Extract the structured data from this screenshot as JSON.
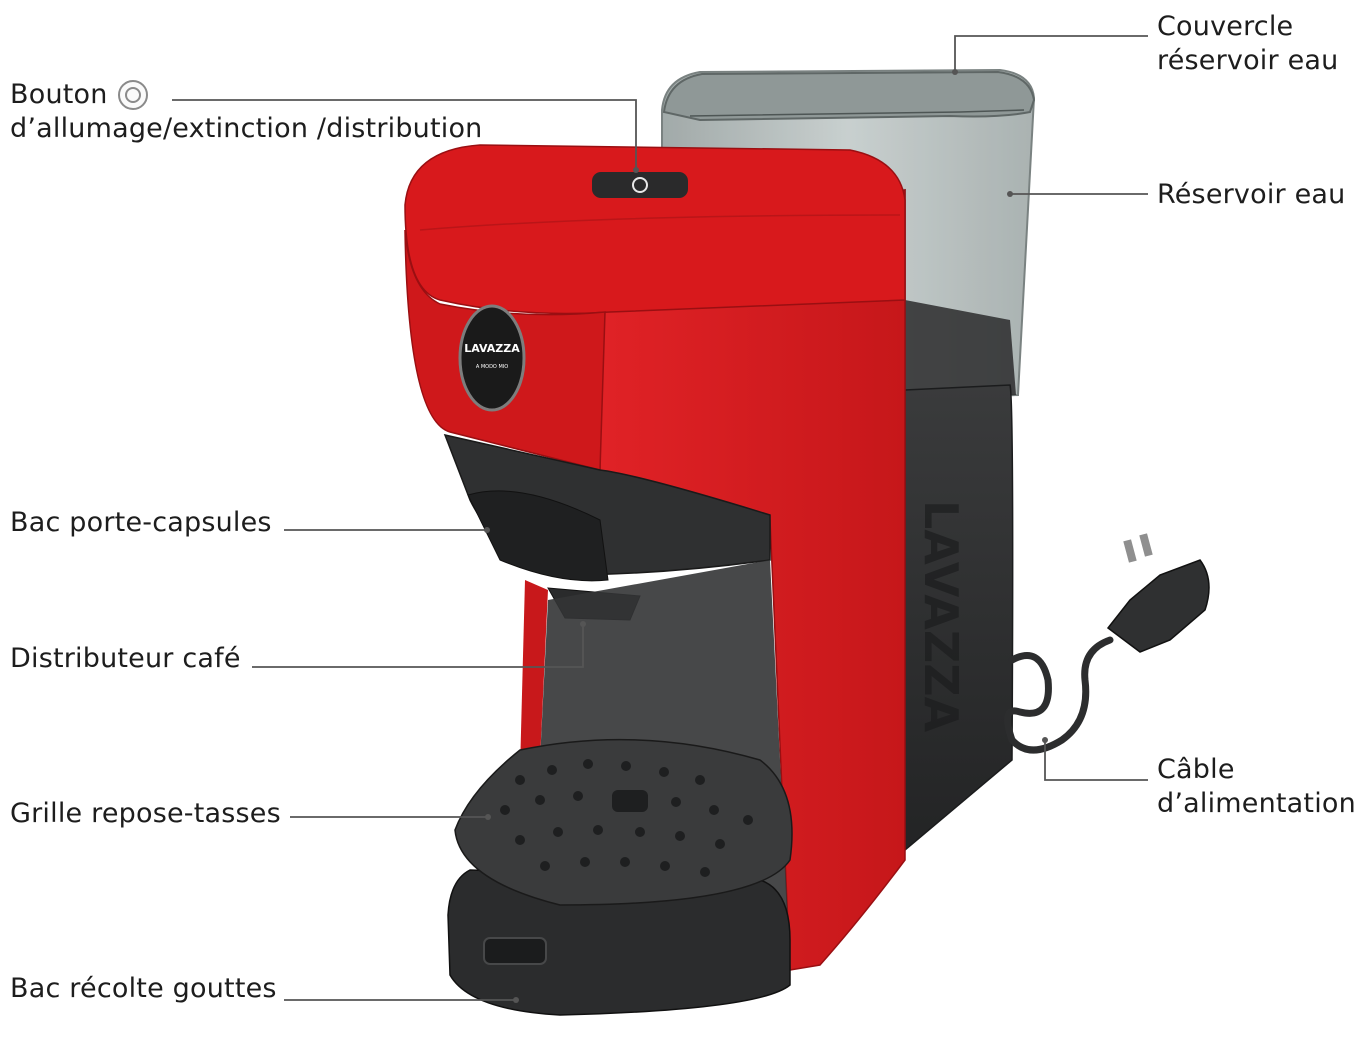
{
  "labels": {
    "power_button": {
      "line1": "Bouton",
      "line2": "d’allumage/extinction /distribution"
    },
    "tank_lid": {
      "line1": "Couvercle",
      "line2": "réservoir eau"
    },
    "water_tank": "Réservoir eau",
    "capsule_tray": "Bac porte-capsules",
    "coffee_dispenser": "Distributeur café",
    "cup_grid": "Grille repose-tasses",
    "power_cable": {
      "line1": "Câble",
      "line2": "d’alimentation"
    },
    "drip_tray": "Bac récolte gouttes"
  },
  "logo": {
    "brand": "LAVAZZA",
    "tagline": "A MODO MIO"
  },
  "colors": {
    "body_red": "#d8191c",
    "body_red_dark": "#b31215",
    "base_dark": "#2e2f30",
    "tank_glass": "#b9c2c2",
    "leader_line": "#555555"
  }
}
